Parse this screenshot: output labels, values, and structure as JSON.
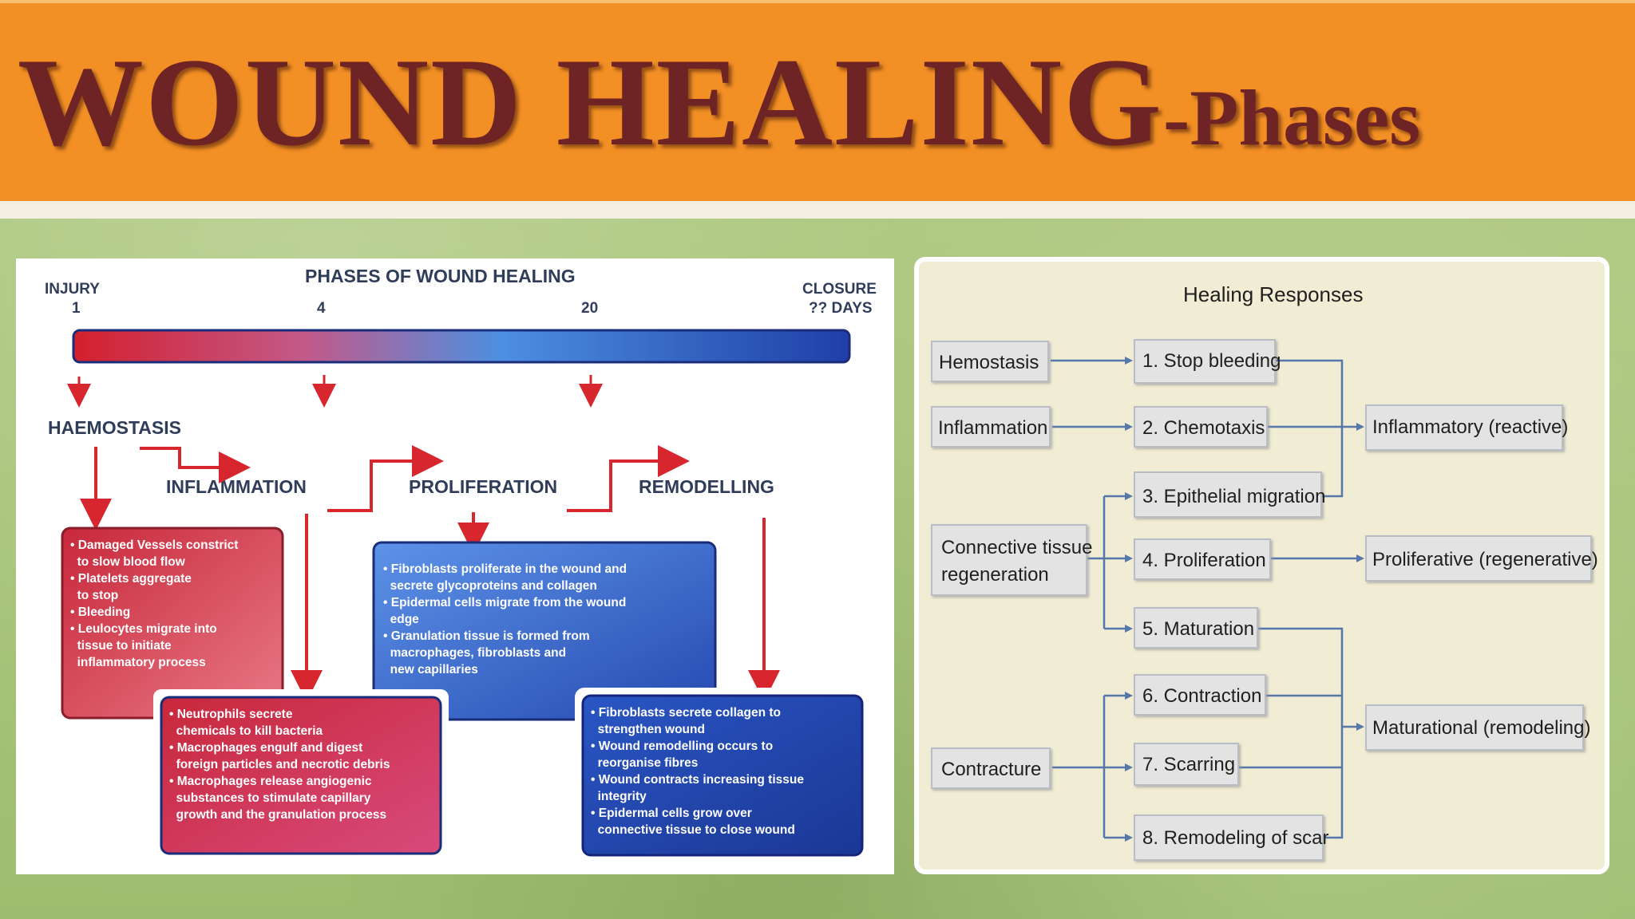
{
  "title": {
    "main": "WOUND HEALING",
    "sub": "-Phases"
  },
  "left_diagram": {
    "heading": "PHASES OF WOUND HEALING",
    "timeline": {
      "start_label": "INJURY",
      "start_value": "1",
      "mid1": "4",
      "mid2": "20",
      "end_label": "CLOSURE",
      "end_value": "?? DAYS"
    },
    "phases": {
      "haemostasis": "HAEMOSTASIS",
      "inflammation": "INFLAMMATION",
      "proliferation": "PROLIFERATION",
      "remodelling": "REMODELLING"
    },
    "boxes": {
      "haemostasis": [
        "• Damaged Vessels constrict",
        "  to slow blood flow",
        "• Platelets aggregate",
        "  to stop",
        "• Bleeding",
        "• Leulocytes migrate into",
        "  tissue to initiate",
        "  inflammatory process"
      ],
      "inflammation": [
        "• Neutrophils secrete",
        "  chemicals to kill bacteria",
        "• Macrophages engulf and digest",
        "  foreign particles and necrotic debris",
        "• Macrophages release angiogenic",
        "  substances to stimulate capillary",
        "  growth and the granulation process"
      ],
      "proliferation": [
        "• Fibroblasts proliferate in the wound and",
        "  secrete glycoproteins and collagen",
        "• Epidermal cells migrate from the wound",
        "  edge",
        "• Granulation tissue is formed from",
        "  macrophages, fibroblasts and",
        "  new capillaries"
      ],
      "remodelling": [
        "• Fibroblasts secrete collagen to",
        "  strengthen wound",
        "• Wound remodelling occurs to",
        "  reorganise fibres",
        "• Wound contracts increasing tissue",
        "  integrity",
        "• Epidermal cells grow over",
        "  connective tissue to close wound"
      ]
    }
  },
  "right_diagram": {
    "heading": "Healing Responses",
    "left_nodes": {
      "hemostasis": "Hemostasis",
      "inflammation": "Inflammation",
      "connective_1": "Connective tissue",
      "connective_2": "regeneration",
      "contracture": "Contracture"
    },
    "steps": [
      "1. Stop bleeding",
      "2. Chemotaxis",
      "3. Epithelial migration",
      "4. Proliferation",
      "5. Maturation",
      "6. Contraction",
      "7. Scarring",
      "8. Remodeling of scar"
    ],
    "outcomes": {
      "inflammatory": "Inflammatory (reactive)",
      "proliferative": "Proliferative (regenerative)",
      "maturational": "Maturational (remodeling)"
    }
  },
  "colors": {
    "title_band": "#f28f25",
    "title_text": "#6e2424",
    "red_phase": "#c8283a",
    "blue_phase": "#1f3fa8",
    "arrow_red": "#d7262e",
    "right_panel": "#f1ecd4",
    "node_box": "#e3e3e3",
    "connector": "#5577aa"
  }
}
